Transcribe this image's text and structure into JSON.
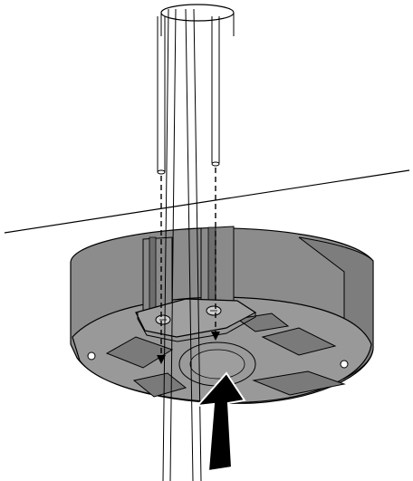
{
  "figure": {
    "kind": "installation-diagram",
    "background_color": "#ffffff",
    "line_color": "#000000",
    "device_color": "#8c8c8c",
    "device_dark_color": "#5a5a5a",
    "pad_color": "#7a7a7a",
    "arrow_color": "#000000",
    "parts": [
      "ceiling-pipe",
      "cables",
      "mounting-base",
      "bracket",
      "screws",
      "upward-arrow",
      "guide-lines"
    ]
  }
}
